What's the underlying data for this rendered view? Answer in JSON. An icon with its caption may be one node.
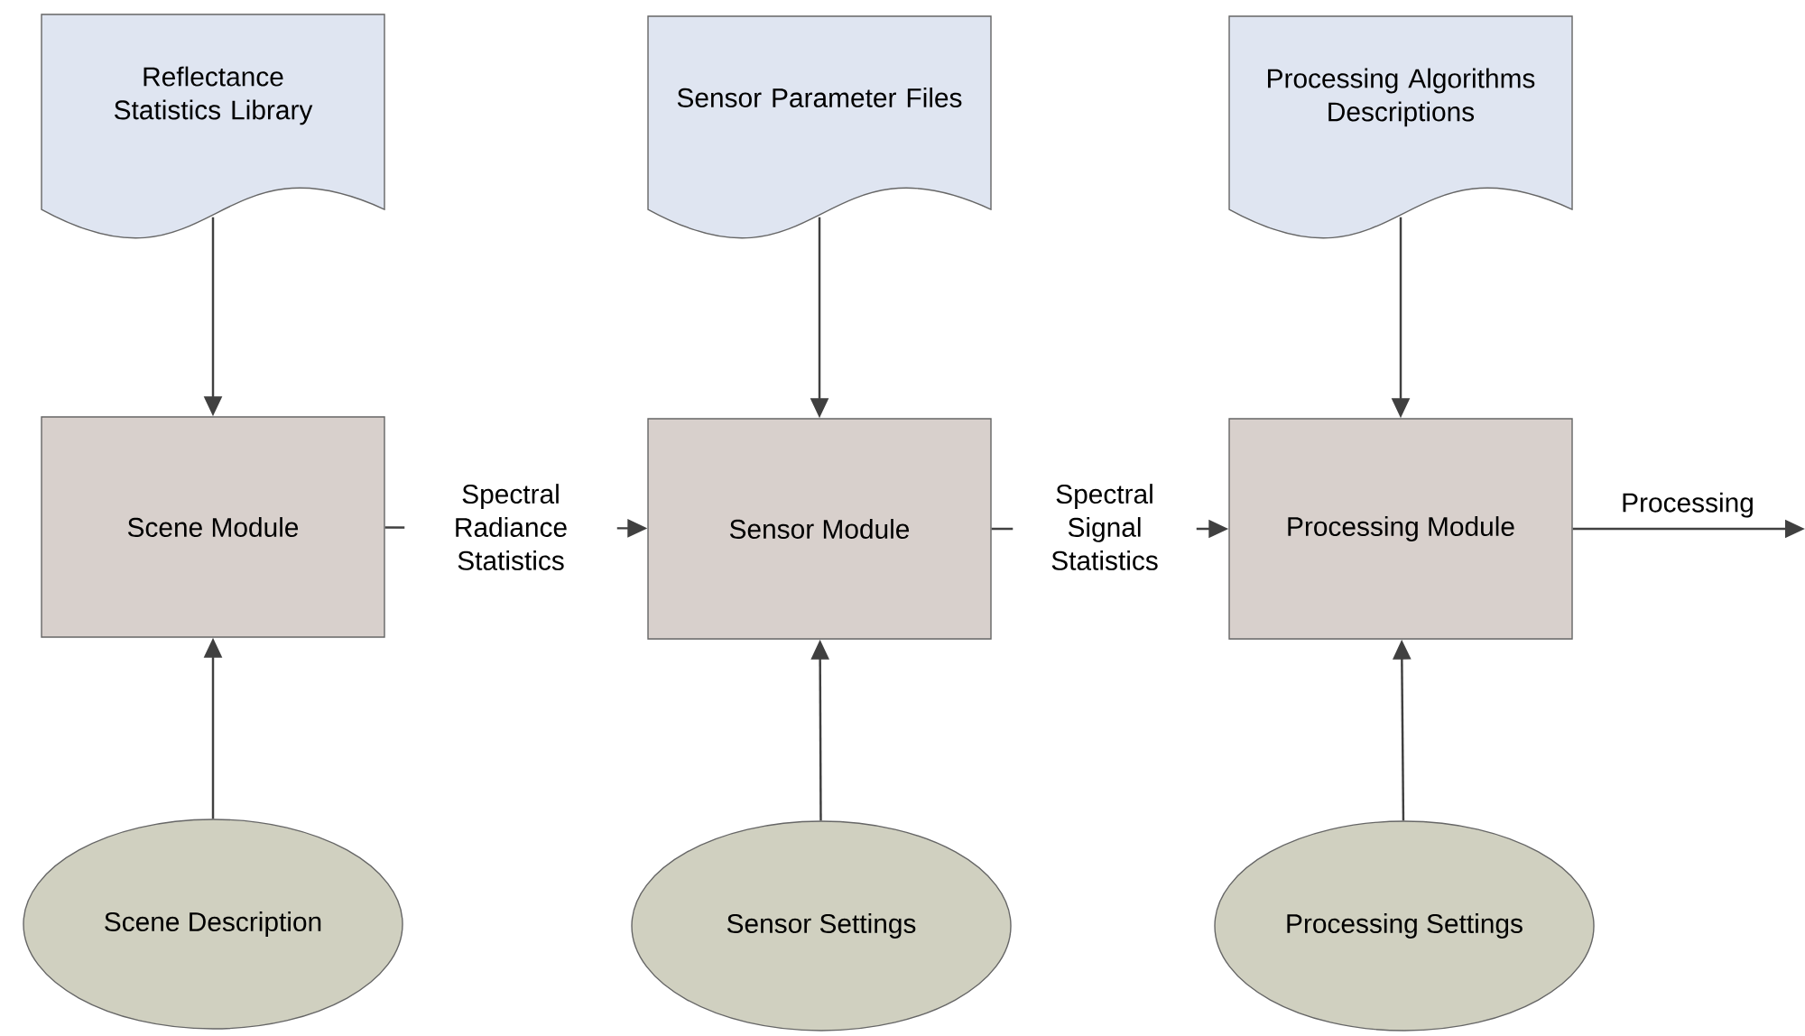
{
  "diagram": {
    "nodes": [
      {
        "text": [
          "Reflectance Statistics Library"
        ]
      },
      {
        "text": [
          "Sensor Parameter Files"
        ]
      },
      {
        "text": [
          "Processing Algorithms Descriptions"
        ]
      },
      {
        "text": [
          "Scene Module"
        ]
      },
      {
        "text": [
          "Sensor Module"
        ]
      },
      {
        "text": [
          "Processing Module"
        ]
      },
      {
        "text": [
          "Scene Description"
        ]
      },
      {
        "text": [
          "Sensor Settings"
        ]
      },
      {
        "text": [
          "Processing Settings"
        ]
      }
    ],
    "edges": [
      {
        "from": 0,
        "to": 3,
        "arrow": "to"
      },
      {
        "from": 1,
        "to": 4,
        "arrow": "to"
      },
      {
        "from": 2,
        "to": 5,
        "arrow": "to"
      },
      {
        "from": 3,
        "to": 4,
        "arrow": "to",
        "label": "Spectral Radiance Statistics"
      },
      {
        "from": 4,
        "to": 5,
        "arrow": "to",
        "label": "Spectral Signal Statistics"
      },
      {
        "from": 5,
        "to": null,
        "arrow": "to",
        "label": "Processing"
      },
      {
        "from": 6,
        "to": 3,
        "arrow": "to"
      },
      {
        "from": 7,
        "to": 4,
        "arrow": "to"
      },
      {
        "from": 8,
        "to": 5,
        "arrow": "to"
      }
    ]
  }
}
